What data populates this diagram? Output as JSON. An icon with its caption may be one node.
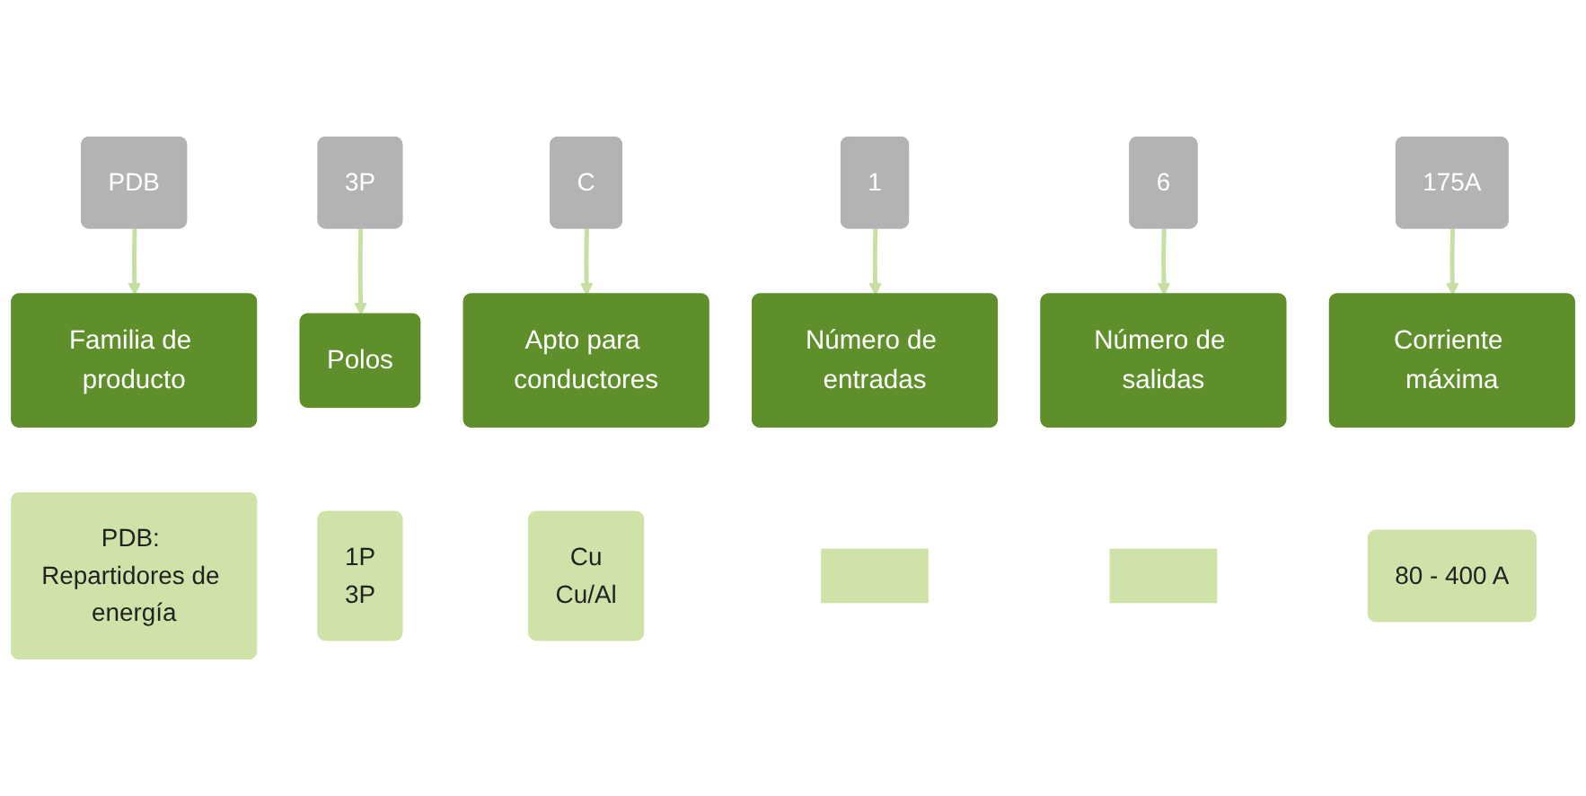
{
  "diagram": {
    "nodes": [
      {
        "text": [
          "PDB"
        ]
      },
      {
        "text": [
          "3P"
        ]
      },
      {
        "text": [
          "C"
        ]
      },
      {
        "text": [
          "1"
        ]
      },
      {
        "text": [
          "6"
        ]
      },
      {
        "text": [
          "175A"
        ]
      },
      {
        "text": [
          "Familia de producto"
        ]
      },
      {
        "text": [
          "Polos"
        ]
      },
      {
        "text": [
          "Apto para conductores"
        ]
      },
      {
        "text": [
          "Número de entradas"
        ]
      },
      {
        "text": [
          "Número de salidas"
        ]
      },
      {
        "text": [
          "Corriente máxima"
        ]
      },
      {
        "text": [
          "PDB: Repartidores de energía"
        ]
      },
      {
        "text": [
          "1P",
          "3P"
        ]
      },
      {
        "text": [
          "Cu",
          "Cu/Al"
        ]
      },
      {
        "text": [],
        "shape": "box"
      },
      {
        "text": [],
        "shape": "box"
      },
      {
        "text": [
          "80 - 400 A"
        ]
      }
    ],
    "edges": [
      {
        "from": 0,
        "to": 6,
        "arrow": "to"
      },
      {
        "from": 1,
        "to": 7,
        "arrow": "to"
      },
      {
        "from": 2,
        "to": 8,
        "arrow": "to"
      },
      {
        "from": 3,
        "to": 9,
        "arrow": "to"
      },
      {
        "from": 4,
        "to": 10,
        "arrow": "to"
      },
      {
        "from": 5,
        "to": 11,
        "arrow": "to"
      }
    ]
  }
}
